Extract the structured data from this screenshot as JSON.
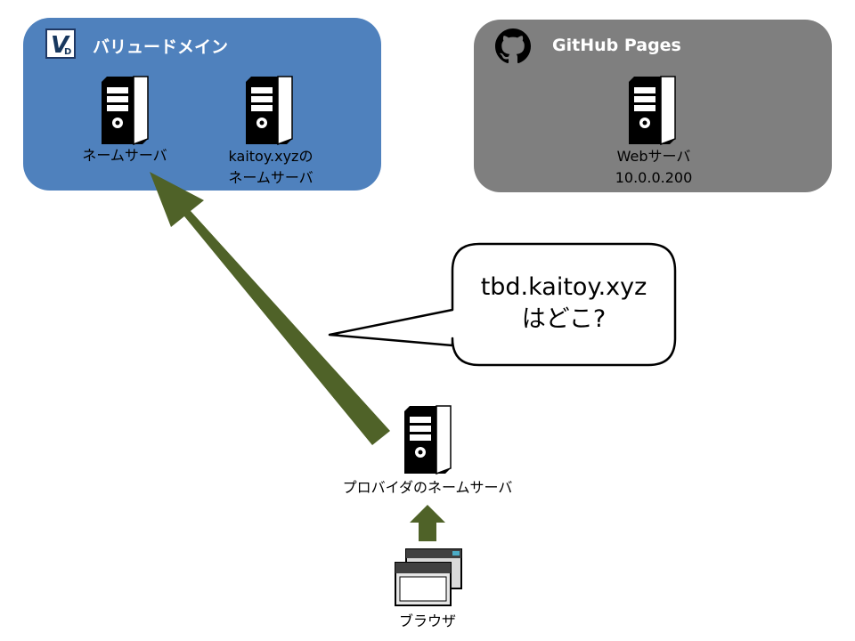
{
  "panels": {
    "valuedomain": {
      "title": "バリュードメイン",
      "logo_icon": "value-domain-logo",
      "color": "#4f81bd",
      "servers": [
        {
          "label_lines": [
            "ネームサーバ"
          ],
          "icon": "server-tower-icon"
        },
        {
          "label_lines": [
            "kaitoy.xyzの",
            "ネームサーバ"
          ],
          "icon": "server-tower-icon"
        }
      ]
    },
    "github": {
      "title": "GitHub Pages",
      "logo_icon": "github-octocat-icon",
      "color": "#7f7f7f",
      "servers": [
        {
          "label_lines": [
            "Webサーバ",
            "10.0.0.200"
          ],
          "icon": "server-tower-icon"
        }
      ]
    }
  },
  "speech_bubble": {
    "lines": [
      "tbd.kaitoy.xyz",
      "はどこ?"
    ]
  },
  "provider_server": {
    "label": "プロバイダのネームサーバ",
    "icon": "server-tower-icon"
  },
  "browser": {
    "label": "ブラウザ",
    "icon": "browser-windows-icon"
  },
  "colors": {
    "arrow": "#4f6228"
  }
}
